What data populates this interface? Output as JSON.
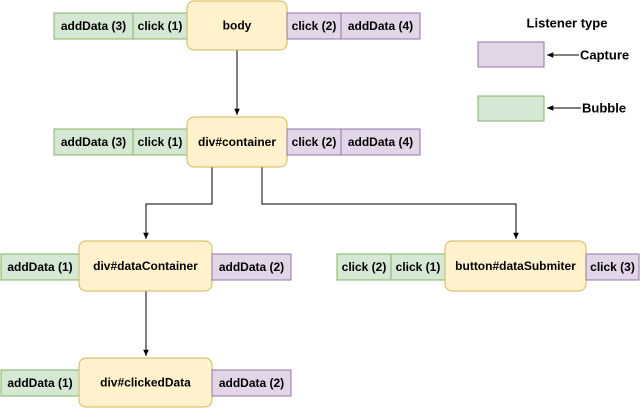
{
  "diagram": {
    "colors": {
      "node_fill": "#fff2cc",
      "node_stroke": "#d6b656",
      "bubble_fill": "#d5e8d4",
      "bubble_stroke": "#82b366",
      "capture_fill": "#e1d5e7",
      "capture_stroke": "#9673a6",
      "edge": "#000000"
    },
    "nodes": {
      "body": "body",
      "container": "div#container",
      "data_container": "div#dataContainer",
      "button": "button#dataSubmiter",
      "clicked": "div#clickedData"
    },
    "listeners": {
      "body_bubble_1": "addData (3)",
      "body_bubble_2": "click (1)",
      "body_capture_1": "click (2)",
      "body_capture_2": "addData (4)",
      "container_bubble_1": "addData (3)",
      "container_bubble_2": "click (1)",
      "container_capture_1": "click (2)",
      "container_capture_2": "addData (4)",
      "data_container_bubble": "addData (1)",
      "data_container_capture": "addData (2)",
      "button_bubble_1": "click (2)",
      "button_bubble_2": "click (1)",
      "button_capture": "click (3)",
      "clicked_bubble": "addData (1)",
      "clicked_capture": "addData (2)"
    },
    "legend": {
      "title": "Listener type",
      "capture": "Capture",
      "bubble": "Bubble"
    }
  }
}
